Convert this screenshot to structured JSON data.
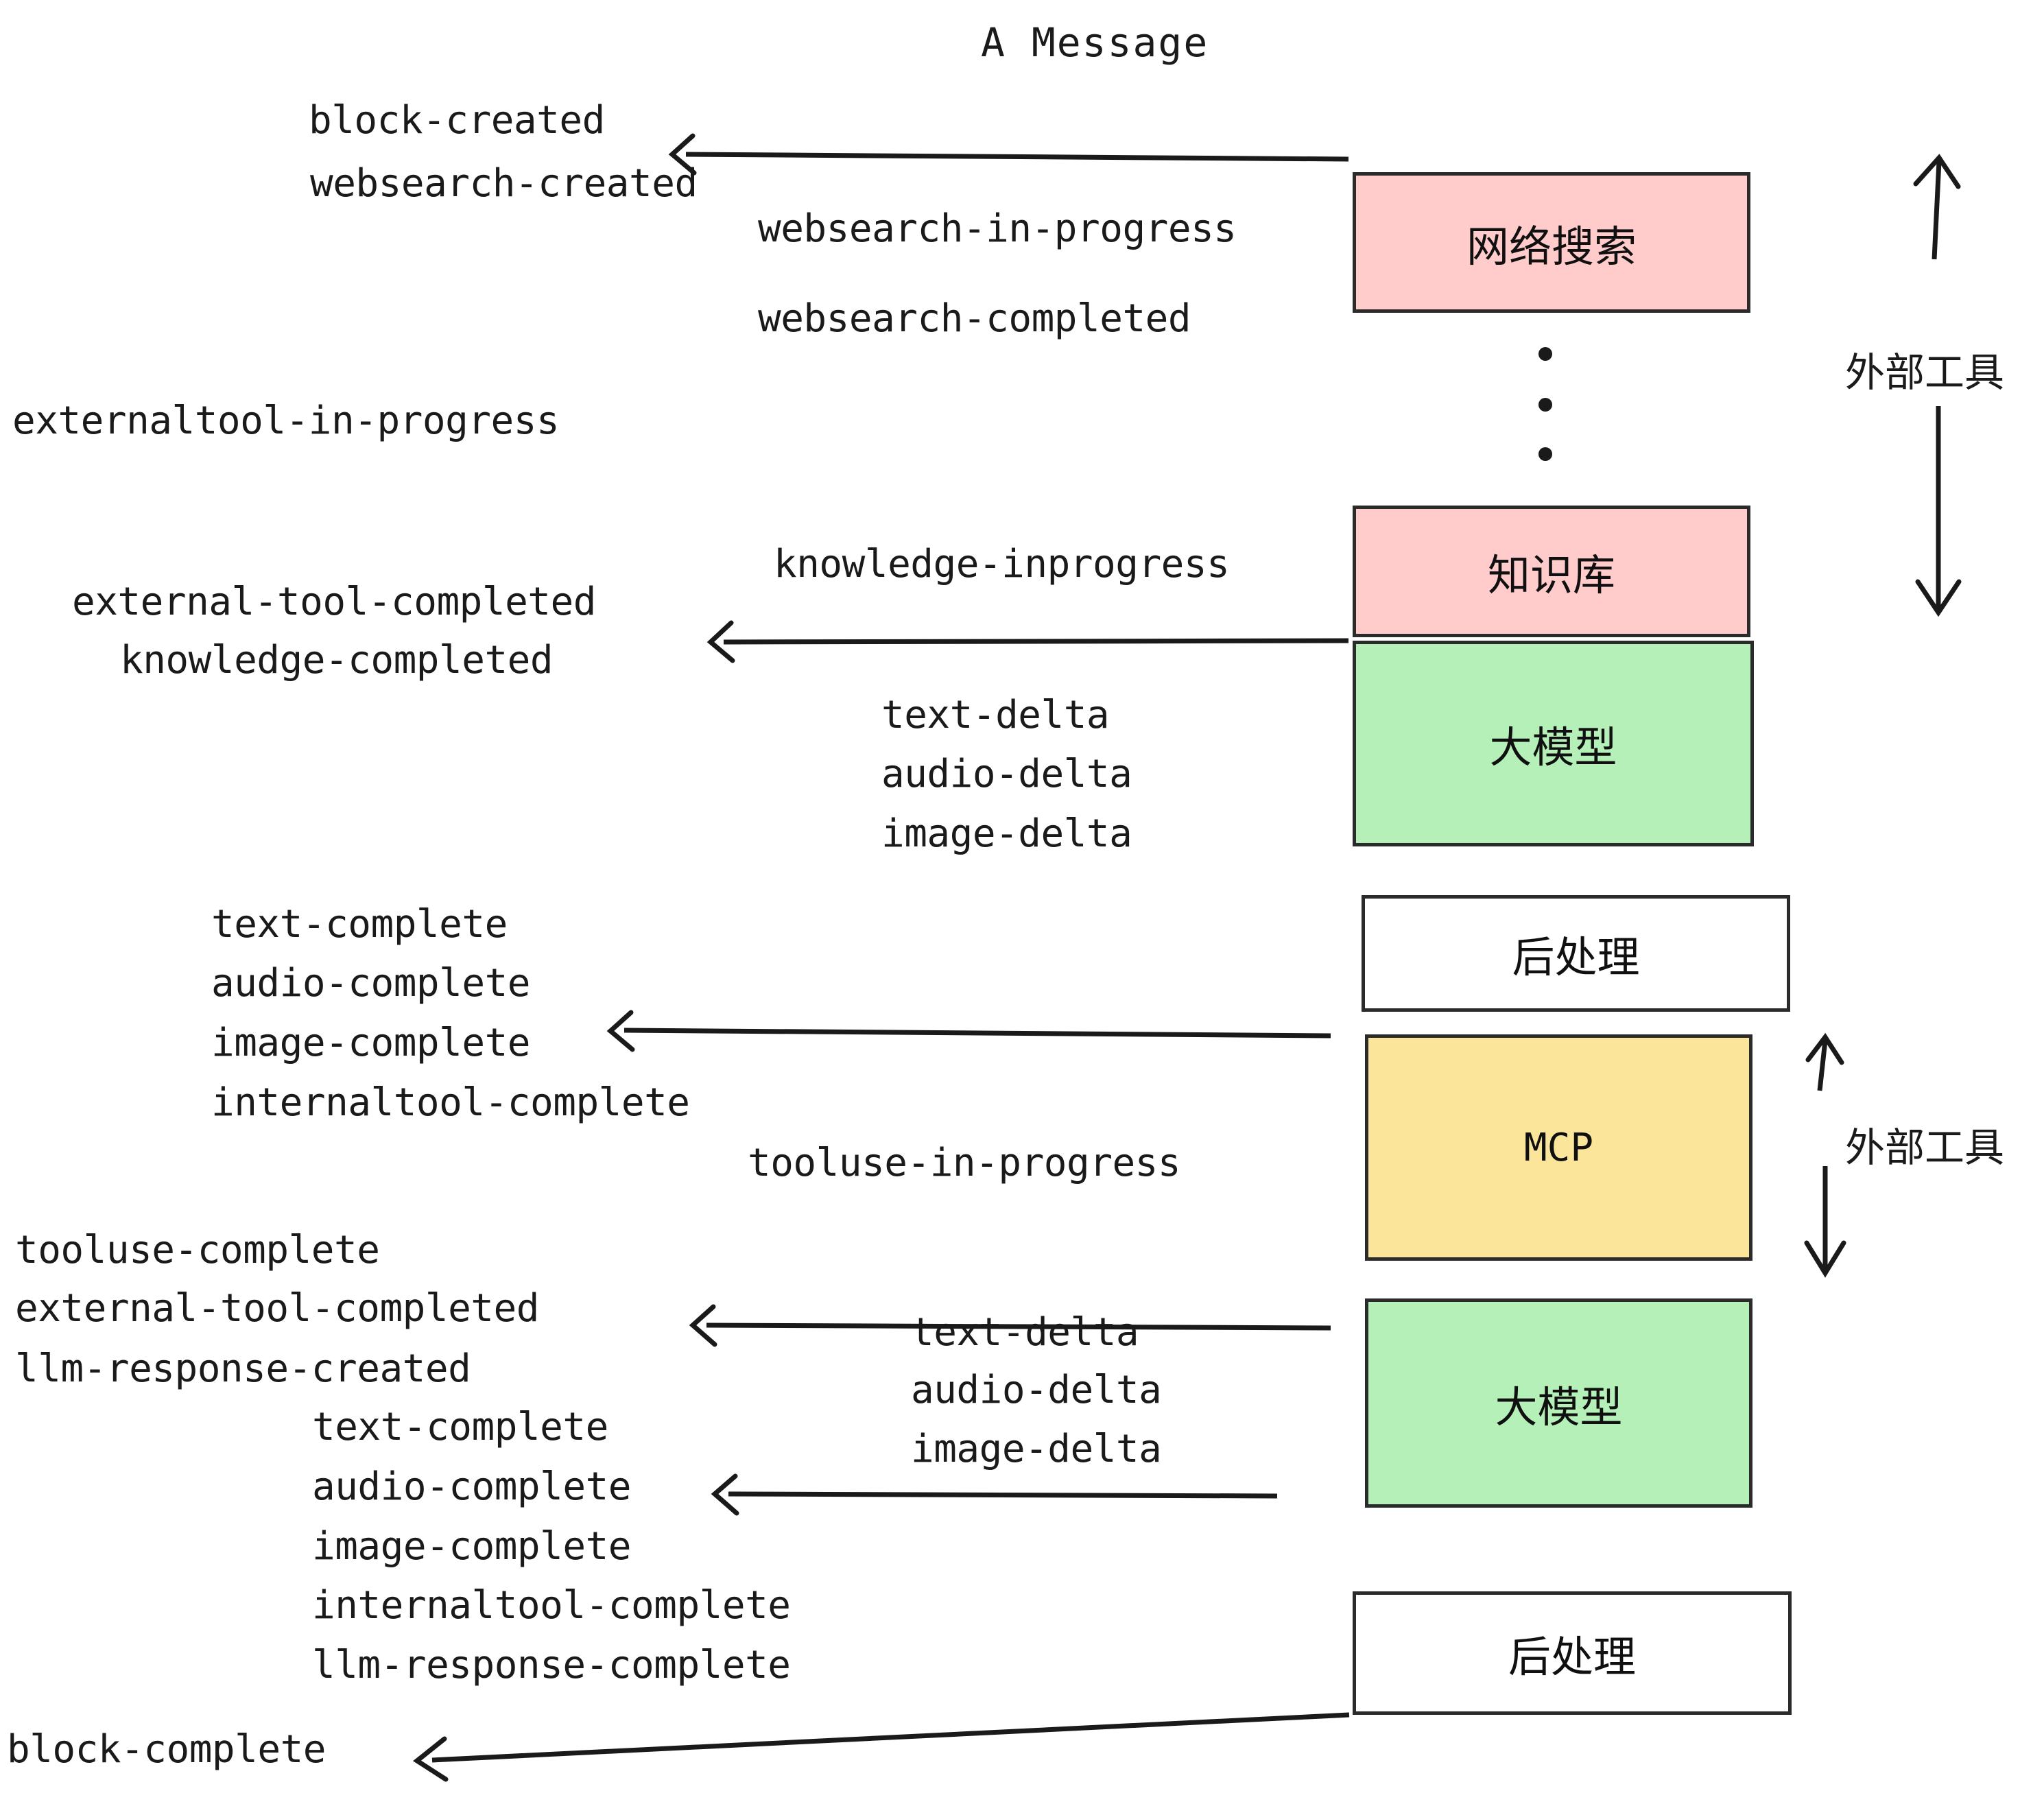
{
  "title": "A Message",
  "colors": {
    "external_tool_box": "#FFCCCB",
    "llm_box": "#B5F0B9",
    "mcp_box": "#FAE59A",
    "postprocess_box": "#FFFFFF",
    "stroke": "#2b2b2b",
    "text": "#1a1a1a",
    "background": "#FFFFFF"
  },
  "boxes": [
    {
      "id": "websearch",
      "label": "网络搜索",
      "fill": "#FFCCCB"
    },
    {
      "id": "knowledge",
      "label": "知识库",
      "fill": "#FFCCCB"
    },
    {
      "id": "llm-1",
      "label": "大模型",
      "fill": "#B5F0B9"
    },
    {
      "id": "postprocess-1",
      "label": "后处理",
      "fill": "#FFFFFF"
    },
    {
      "id": "mcp",
      "label": "MCP",
      "fill": "#FAE59A"
    },
    {
      "id": "llm-2",
      "label": "大模型",
      "fill": "#B5F0B9"
    },
    {
      "id": "postprocess-2",
      "label": "后处理",
      "fill": "#FFFFFF"
    }
  ],
  "group_labels": {
    "external_tool_top": "外部工具",
    "external_tool_bottom": "外部工具"
  },
  "events": {
    "block_created": "block-created",
    "websearch_created": "websearch-created",
    "websearch_in_progress": "websearch-in-progress",
    "websearch_completed": "websearch-completed",
    "externaltool_in_progress": "externaltool-in-progress",
    "knowledge_inprogress": "knowledge-inprogress",
    "external_tool_completed_1": "external-tool-completed",
    "knowledge_completed": "knowledge-completed",
    "text_delta_1": "text-delta",
    "audio_delta_1": "audio-delta",
    "image_delta_1": "image-delta",
    "text_complete_1": "text-complete",
    "audio_complete_1": "audio-complete",
    "image_complete_1": "image-complete",
    "internaltool_complete_1": "internaltool-complete",
    "tooluse_in_progress": "tooluse-in-progress",
    "tooluse_complete": "tooluse-complete",
    "external_tool_completed_2": "external-tool-completed",
    "llm_response_created": "llm-response-created",
    "text_delta_2": "text-delta",
    "audio_delta_2": "audio-delta",
    "image_delta_2": "image-delta",
    "text_complete_2": "text-complete",
    "audio_complete_2": "audio-complete",
    "image_complete_2": "image-complete",
    "internaltool_complete_2": "internaltool-complete",
    "llm_response_complete": "llm-response-complete",
    "block_complete": "block-complete"
  }
}
